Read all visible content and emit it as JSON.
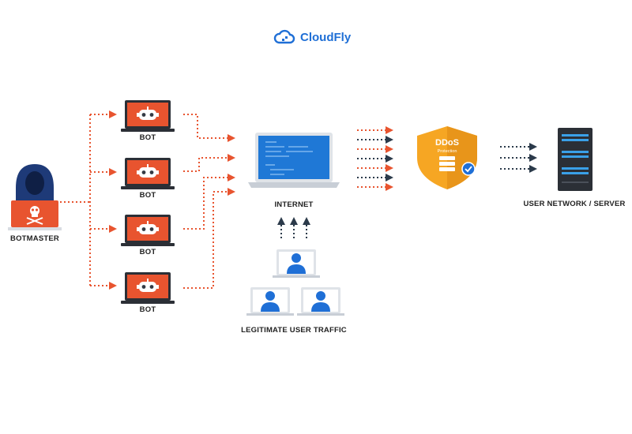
{
  "brand": {
    "name": "CloudFly",
    "color": "#1f6fd6"
  },
  "labels": {
    "botmaster": "BOTMASTER",
    "bot_1": "BOT",
    "bot_2": "BOT",
    "bot_3": "BOT",
    "bot_4": "BOT",
    "internet": "INTERNET",
    "legit_traffic": "LEGITIMATE USER TRAFFIC",
    "server": "USER NETWORK / SERVER"
  },
  "shield": {
    "title": "DDoS",
    "subtitle": "Protection"
  },
  "colors": {
    "attack": "#e8542f",
    "legit": "#2b3a4a",
    "shield": "#f6a623",
    "laptop_screen": "#1f78d6",
    "bot_screen": "#e8542f",
    "server_light": "#3aa0e8"
  },
  "icons": [
    "cloud-icon",
    "hacker-icon",
    "skull-icon",
    "robot-icon",
    "laptop-icon",
    "shield-icon",
    "check-icon",
    "server-icon",
    "user-icon"
  ]
}
